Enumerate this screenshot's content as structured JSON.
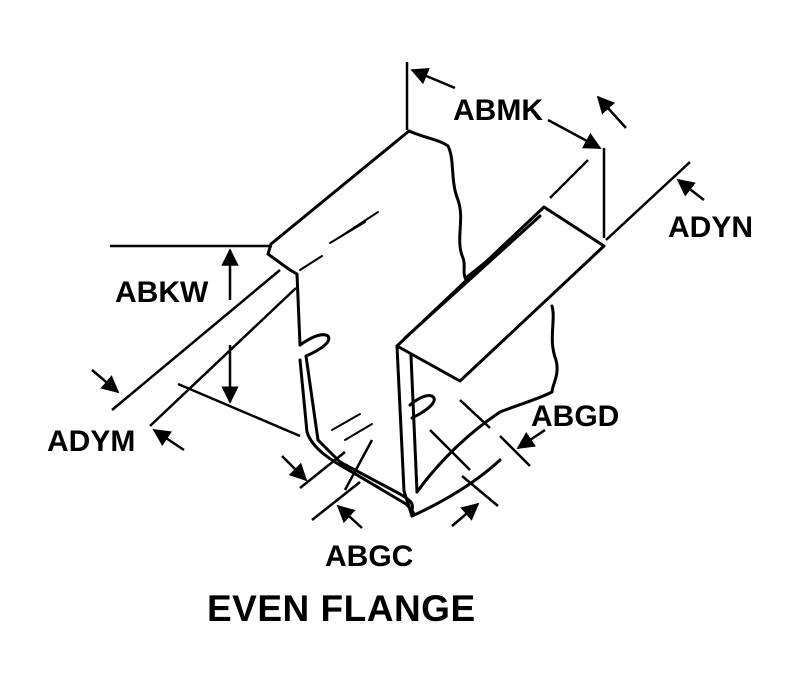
{
  "dimension_labels": {
    "abmk": "ABMK",
    "adyn": "ADYN",
    "abkw": "ABKW",
    "adym": "ADYM",
    "abgd": "ABGD",
    "abgc": "ABGC"
  },
  "caption": "EVEN FLANGE",
  "colors": {
    "line": "#000000",
    "background": "#ffffff"
  }
}
